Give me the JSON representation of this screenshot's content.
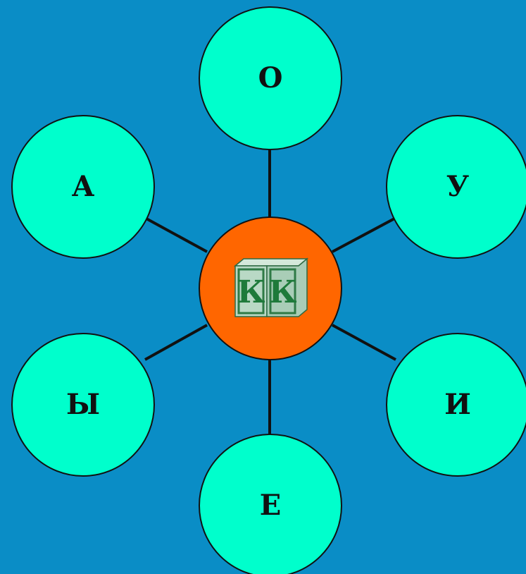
{
  "colors": {
    "background": "#0A8DC6",
    "node_fill": "#00FFCC",
    "hub_fill": "#FF6600",
    "spoke": "#111111",
    "cube_face": "#B9D9C5",
    "cube_letter": "#1E7A3A"
  },
  "hub": {
    "icon": "letter-block-icon",
    "letters": [
      "К",
      "К"
    ]
  },
  "nodes": {
    "top": "О",
    "upper_left": "А",
    "upper_right": "У",
    "lower_left": "Ы",
    "lower_right": "И",
    "bottom": "Е"
  }
}
